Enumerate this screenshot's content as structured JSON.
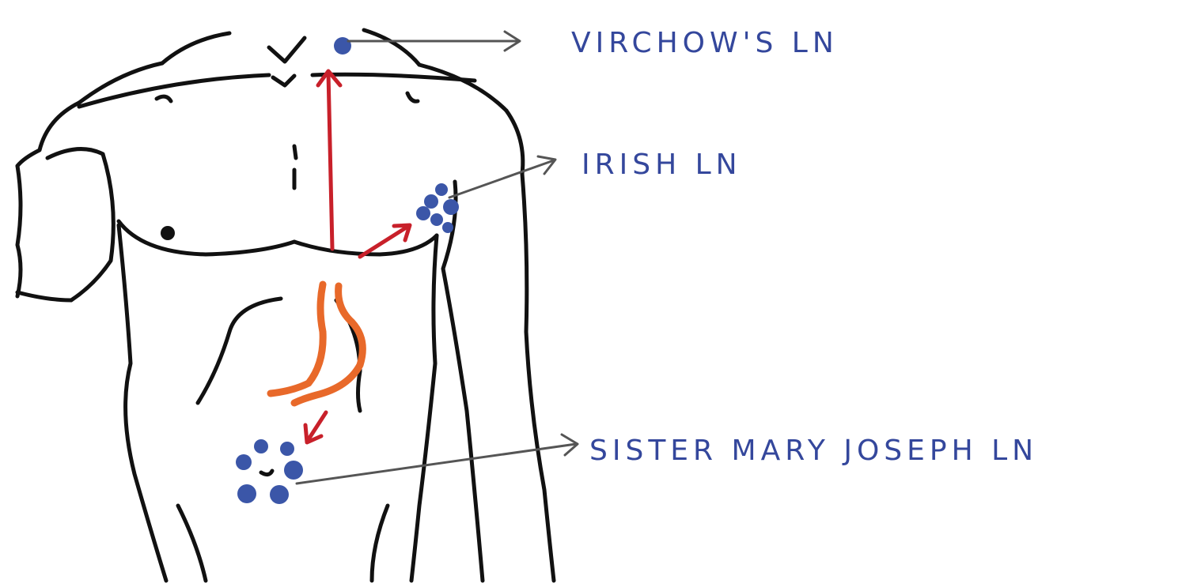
{
  "labels": {
    "virchow": "VIRCHOW'S LN",
    "irish": "IRISH LN",
    "sister_mary_joseph": "SISTER MARY JOSEPH LN"
  },
  "colors": {
    "node": "#3b56a8",
    "label_text": "#34479c",
    "pointer": "#555555",
    "spread_arrow": "#c8202a",
    "stomach": "#e8692a",
    "outline": "#111111"
  }
}
